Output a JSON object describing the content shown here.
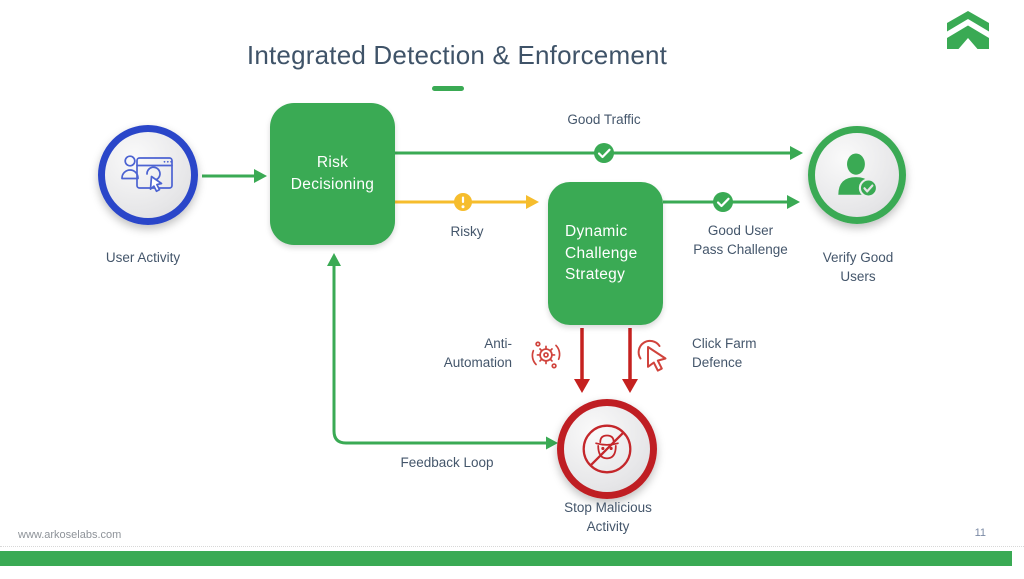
{
  "slide": {
    "title": "Integrated Detection & Enforcement",
    "footer_url": "www.arkoselabs.com",
    "page_number": "11",
    "logo": "arkose-labs"
  },
  "nodes": {
    "user_activity": {
      "label": "User Activity",
      "icon": "user-browser-click-icon",
      "ring_color": "#2a46c9"
    },
    "risk_decisioning": {
      "label": "Risk\nDecisioning",
      "fill": "#3aaa54"
    },
    "dynamic_challenge": {
      "label": "Dynamic\nChallenge\nStrategy",
      "fill": "#3aaa54"
    },
    "verify_good_users": {
      "label": "Verify Good\nUsers",
      "icon": "verified-user-icon",
      "ring_color": "#3aaa54"
    },
    "stop_malicious": {
      "label": "Stop Malicious\nActivity",
      "icon": "no-bandit-icon",
      "ring_color": "#bf1e23"
    }
  },
  "edges": {
    "good_traffic": {
      "label": "Good Traffic",
      "color": "#3aaa54",
      "marker": "check-dot"
    },
    "risky": {
      "label": "Risky",
      "color": "#f6bd2d",
      "marker": "exclamation-dot"
    },
    "good_user_pass_challenge": {
      "label": "Good User\nPass Challenge",
      "color": "#3aaa54",
      "marker": "check-dot"
    },
    "block_actions": {
      "color": "#c5211f"
    },
    "feedback_loop": {
      "label": "Feedback Loop",
      "color": "#3aaa54"
    }
  },
  "annotations": {
    "anti_automation": {
      "label": "Anti-\nAutomation",
      "icon": "gear-cycle-icon"
    },
    "click_farm": {
      "label": "Click Farm\nDefence",
      "icon": "cursor-click-icon"
    }
  },
  "colors": {
    "green": "#3aaa54",
    "yellow": "#f6bd2d",
    "red": "#c5211f",
    "dark_red_ring": "#bf1e23",
    "blue_ring": "#2a46c9",
    "label_text": "#44566b",
    "title_text": "#3f5368"
  }
}
